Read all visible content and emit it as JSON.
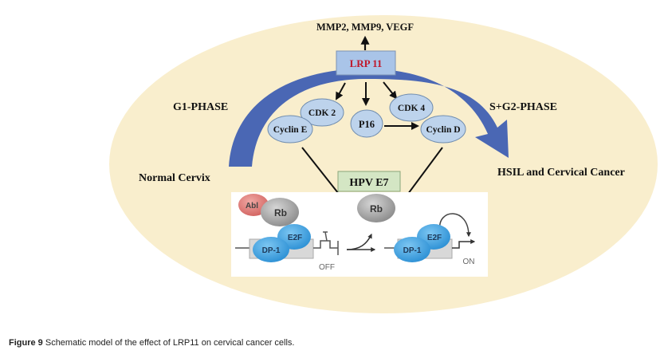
{
  "figure": {
    "caption_label": "Figure 9",
    "caption_text": " Schematic model of the effect of LRP11 on cervical cancer cells."
  },
  "colors": {
    "background_ellipse": "#f9eecd",
    "arc_arrow": "#4a67b4",
    "node_fill": "#bdd3ec",
    "node_stroke": "#6f8cae",
    "lrp_box_fill": "#a9c4e8",
    "lrp_text": "#c0182b",
    "hpv_box_fill": "#d4e6c4",
    "rb_gray": "#9b9b9b",
    "abl_red": "#d97a78",
    "e2f_blue": "#3fa3e0",
    "gene_box": "#d8d8d8"
  },
  "labels": {
    "top_targets": "MMP2, MMP9, VEGF",
    "lrp11": "LRP 11",
    "g1_phase": "G1-PHASE",
    "s_g2_phase": "S+G2-PHASE",
    "normal_cervix": "Normal Cervix",
    "hsil": "HSIL and Cervical Cancer",
    "hpv_e7": "HPV E7"
  },
  "nodes": {
    "cdk2": "CDK 2",
    "cyclin_e": "Cyclin E",
    "p16": "P16",
    "cdk4": "CDK 4",
    "cyclin_d": "Cyclin D"
  },
  "inset": {
    "abl": "Abl",
    "rb_bound": "Rb",
    "e2f_left": "E2F",
    "dp1_left": "DP-1",
    "off": "OFF",
    "rb_free": "Rb",
    "e2f_right": "E2F",
    "dp1_right": "DP-1",
    "on": "ON"
  }
}
